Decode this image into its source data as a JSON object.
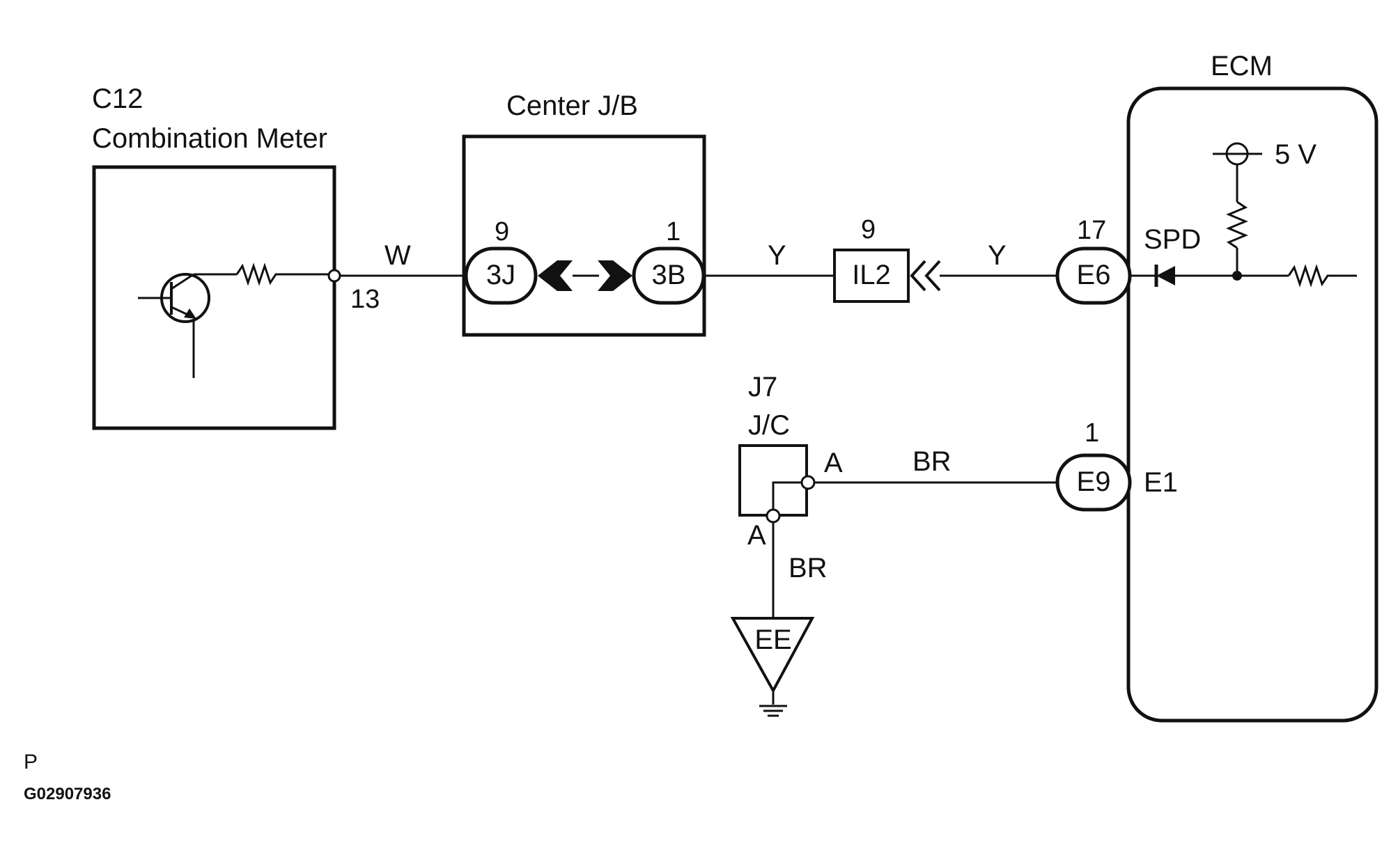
{
  "components": {
    "combination_meter": {
      "code": "C12",
      "name": "Combination Meter",
      "pin": "13"
    },
    "center_jb": {
      "name": "Center J/B",
      "left_connector": "3J",
      "left_pin": "9",
      "right_connector": "3B",
      "right_pin": "1"
    },
    "inline_connector": {
      "label": "IL2",
      "pin": "9"
    },
    "ecm": {
      "name": "ECM",
      "supply": "5 V",
      "signal_name": "SPD",
      "ground_name": "E1"
    },
    "ecm_connectors": [
      {
        "label": "E6",
        "pin": "17"
      },
      {
        "label": "E9",
        "pin": "1"
      }
    ],
    "junction_connector": {
      "code": "J7",
      "name": "J/C",
      "pin_a_right": "A",
      "pin_a_bottom": "A"
    },
    "ground": {
      "label": "EE"
    }
  },
  "wires": {
    "meter_to_jb": "W",
    "jb_to_il2": "Y",
    "il2_to_ecm": "Y",
    "jc_to_ecm": "BR",
    "jc_to_ground": "BR"
  },
  "footer": {
    "letter": "P",
    "figure_id": "G02907936"
  }
}
